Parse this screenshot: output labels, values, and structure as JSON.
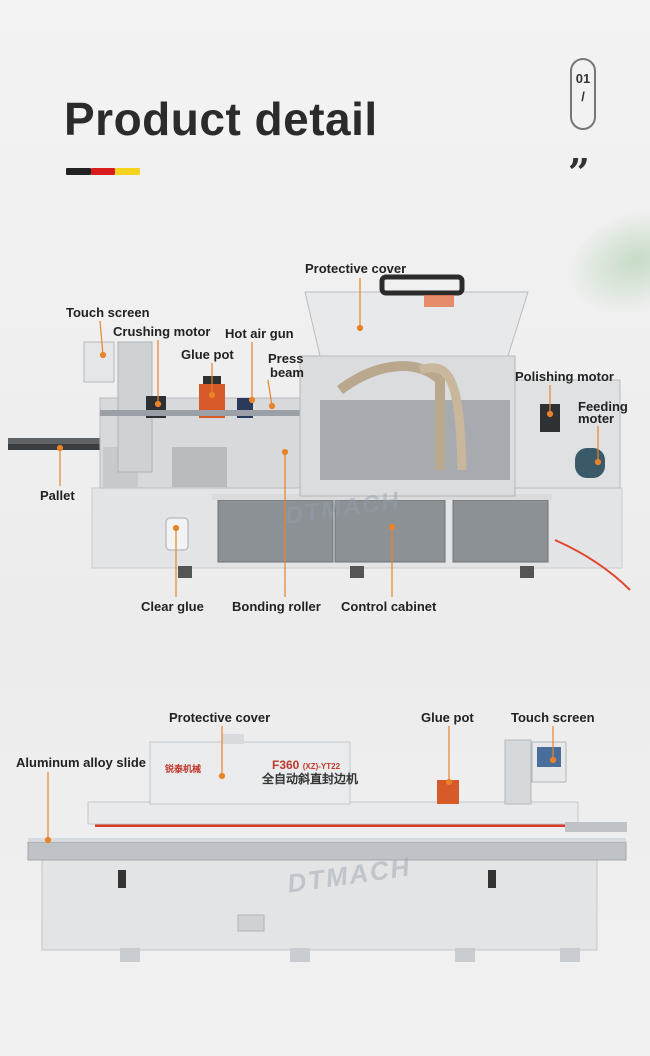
{
  "header": {
    "title": "Product detail",
    "page_number": "01",
    "page_slash": "/",
    "quote_mark": "”",
    "flag_colors": [
      "#222222",
      "#d91c1c",
      "#f4d21e"
    ]
  },
  "machine1": {
    "watermark": "DTMACH",
    "labels": {
      "protective_cover": "Protective cover",
      "touch_screen": "Touch screen",
      "crushing_motor": "Crushing motor",
      "hot_air_gun": "Hot air gun",
      "glue_pot": "Glue pot",
      "press_beam_1": "Press",
      "press_beam_2": "beam",
      "polishing_motor": "Polishing motor",
      "feeding_motor_1": "Feeding",
      "feeding_motor_2": "moter",
      "pallet": "Pallet",
      "clear_glue": "Clear glue",
      "bonding_roller": "Bonding roller",
      "control_cabinet": "Control cabinet"
    }
  },
  "machine2": {
    "watermark": "DTMACH",
    "model": "F360",
    "model_suffix": "(XZ)-YT22",
    "chinese_name": "全自动斜直封边机",
    "brand": "锐泰机械",
    "labels": {
      "protective_cover": "Protective cover",
      "glue_pot": "Glue pot",
      "touch_screen": "Touch screen",
      "aluminum_slide": "Aluminum alloy slide"
    }
  },
  "colors": {
    "accent_red": "#d63a2a",
    "line_orange": "#e8832a",
    "machine_white": "#e6e8ea",
    "cabinet_grey": "#8c9196"
  }
}
